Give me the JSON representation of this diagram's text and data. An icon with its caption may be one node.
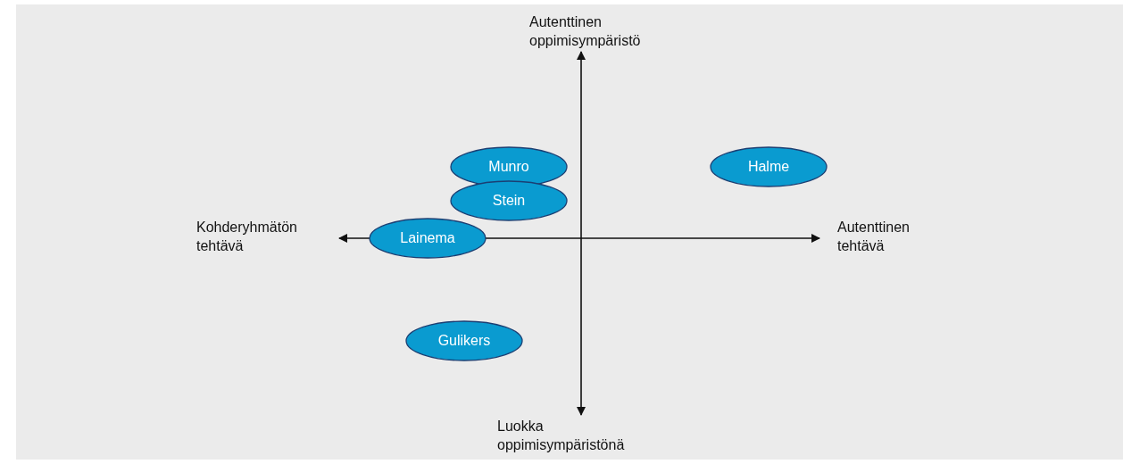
{
  "diagram": {
    "nodes": [
      {
        "text": [
          "Munro"
        ]
      },
      {
        "text": [
          "Halme"
        ]
      },
      {
        "text": [
          "Stein"
        ]
      },
      {
        "text": [
          "Lainema"
        ]
      },
      {
        "text": [
          "Gulikers"
        ]
      }
    ],
    "labels": [
      "Autenttinen oppimisympäristö",
      "Kohderyhmätön tehtävä",
      "Autenttinen tehtävä",
      "Luokka oppimisympäristönä"
    ]
  }
}
